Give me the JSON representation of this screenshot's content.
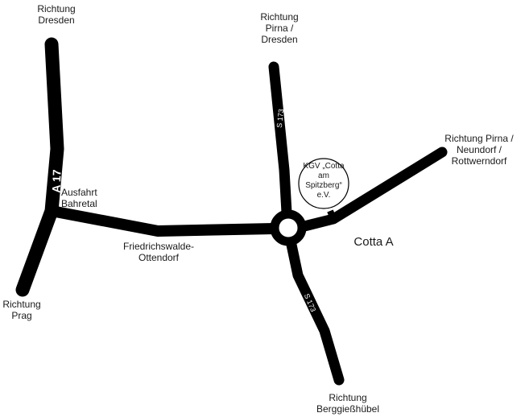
{
  "map": {
    "colors": {
      "road": "#000000",
      "background": "#ffffff",
      "text": "#1a1a1a",
      "road_label": "#ffffff"
    },
    "labels": {
      "richtung_dresden": "Richtung\nDresden",
      "richtung_pirna_dresden": "Richtung\nPirna /\nDresden",
      "richtung_pirna_neundorf": "Richtung Pirna /\nNeundorf /\nRottwerndorf",
      "kgv": "KGV „Cotta\nam\nSpitzberg“\ne.V.",
      "ausfahrt": "Ausfahrt\nBahretal",
      "friedrichswalde": "Friedrichswalde-\nOttendorf",
      "cotta": "Cotta A",
      "richtung_prag": "Richtung\nPrag",
      "richtung_berggiesshuebel": "Richtung\nBerggießhübel"
    },
    "road_labels": {
      "a17": "A 17",
      "s173_north": "S 173",
      "s173_south": "S 173"
    }
  }
}
